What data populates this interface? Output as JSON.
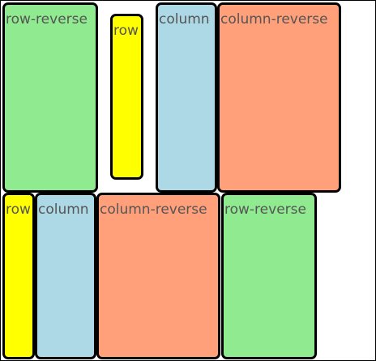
{
  "colors": {
    "green": "#90ea8f",
    "yellow": "#ffff00",
    "blue": "#add8e6",
    "salmon": "#ffa07a",
    "border": "#000000",
    "text": "#555555"
  },
  "rows": [
    {
      "boxes": [
        {
          "label": "row-reverse",
          "color": "green"
        },
        {
          "label": "row",
          "color": "yellow"
        },
        {
          "label": "column",
          "color": "blue"
        },
        {
          "label": "column-reverse",
          "color": "salmon"
        }
      ]
    },
    {
      "boxes": [
        {
          "label": "row",
          "color": "yellow"
        },
        {
          "label": "column",
          "color": "blue"
        },
        {
          "label": "column-reverse",
          "color": "salmon"
        },
        {
          "label": "row-reverse",
          "color": "green"
        }
      ]
    }
  ]
}
